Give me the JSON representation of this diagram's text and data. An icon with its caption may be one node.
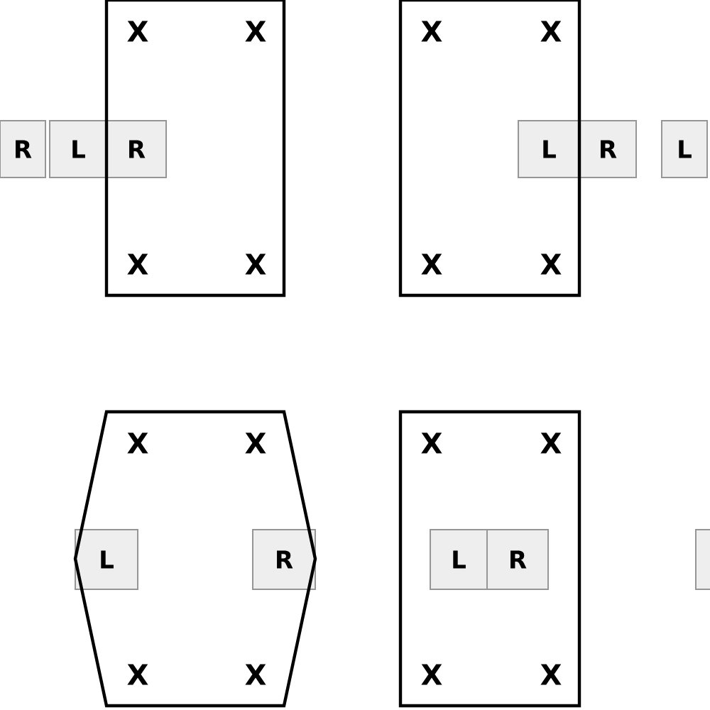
{
  "diagram": {
    "nodes": [
      {
        "text": [
          "R"
        ]
      },
      {
        "text": [
          "L"
        ]
      },
      {
        "text": [
          "R"
        ],
        "in": 3
      },
      {
        "text": [
          "X",
          "X",
          "X",
          "X"
        ]
      },
      {
        "text": [
          "X",
          "X",
          "X",
          "X"
        ]
      },
      {
        "text": [
          "L"
        ],
        "in": 4
      },
      {
        "text": [
          "R"
        ]
      },
      {
        "text": [
          "L"
        ]
      },
      {
        "text": [
          "X",
          "X",
          "X",
          "X"
        ]
      },
      {
        "text": [
          "L"
        ],
        "in": 8
      },
      {
        "text": [
          "R"
        ],
        "in": 8
      },
      {
        "text": [
          "X",
          "X",
          "X",
          "X"
        ]
      },
      {
        "text": [
          "L"
        ],
        "in": 11
      },
      {
        "text": [
          "R"
        ],
        "in": 11
      },
      {
        "text": [],
        "shape": "box"
      }
    ]
  }
}
